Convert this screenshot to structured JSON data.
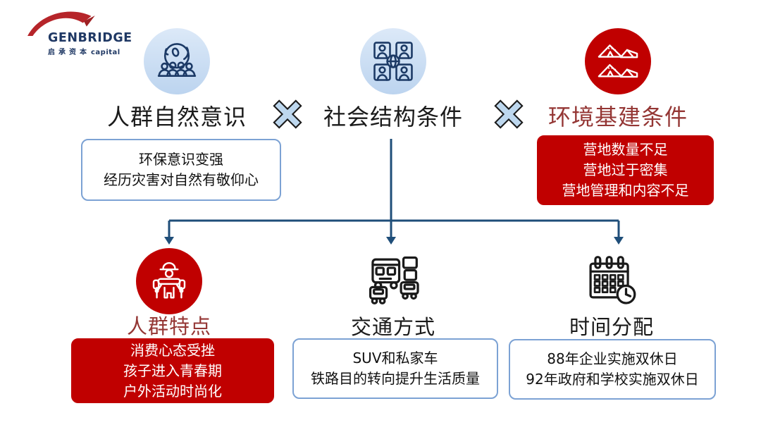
{
  "logo": {
    "brand": "GENBRIDGE",
    "sub_cn": "启承资本",
    "sub_en": "capital",
    "brand_color": "#1f3864",
    "swoosh_color": "#b6252a"
  },
  "top_row": {
    "operator": "×",
    "factors": [
      {
        "label": "人群自然意识",
        "icon": "globe-people-icon",
        "theme": "blue"
      },
      {
        "label": "社会结构条件",
        "icon": "people-network-icon",
        "theme": "blue"
      },
      {
        "label": "环境基建条件",
        "icon": "tents-icon",
        "theme": "red"
      }
    ],
    "notes": [
      {
        "theme": "outline",
        "lines": [
          "环保意识变强",
          "经历灾害对自然有敬仰心"
        ]
      },
      {
        "theme": "red",
        "lines": [
          "营地数量不足",
          "营地过于密集",
          "营地管理和内容不足"
        ]
      }
    ]
  },
  "bottom_row": {
    "items": [
      {
        "label": "人群特点",
        "icon": "hiker-icon",
        "theme": "red",
        "box": {
          "theme": "red",
          "lines": [
            "消费心态受挫",
            "孩子进入青春期",
            "户外活动时尚化"
          ]
        }
      },
      {
        "label": "交通方式",
        "icon": "vehicles-icon",
        "theme": "plain",
        "box": {
          "theme": "outline",
          "lines": [
            "SUV和私家车",
            "铁路目的转向提升生活质量"
          ]
        }
      },
      {
        "label": "时间分配",
        "icon": "calendar-clock-icon",
        "theme": "plain",
        "box": {
          "theme": "outline",
          "lines": [
            "88年企业实施双休日",
            "92年政府和学校实施双休日"
          ]
        }
      }
    ]
  },
  "colors": {
    "accent_red": "#c00000",
    "dark_red_text": "#943634",
    "navy_connector": "#1f4e79",
    "icon_navy": "#1c3a66",
    "light_blue_x_fill": "#bdd7ee",
    "icon_circle_blue": "#bcd4ef",
    "box_border_blue": "#7ca2d4"
  }
}
